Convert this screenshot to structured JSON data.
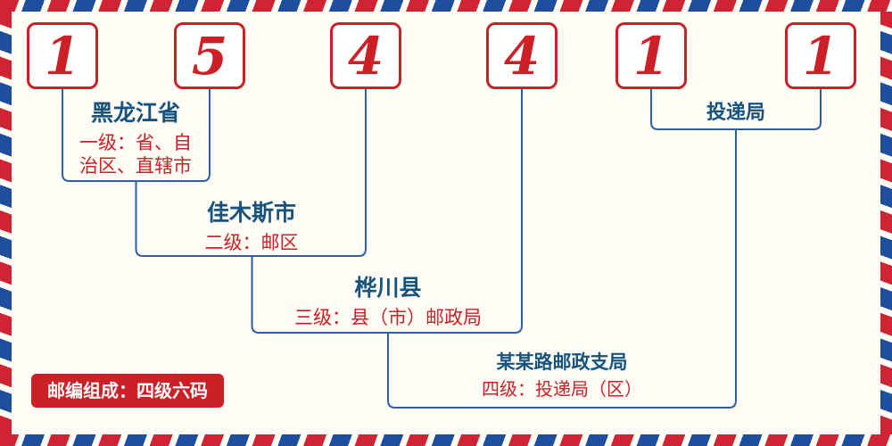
{
  "postal_code": {
    "digits": [
      "1",
      "5",
      "4",
      "4",
      "1",
      "1"
    ]
  },
  "levels": [
    {
      "name": "黑龙江省",
      "desc": "一级：省、自治区、直辖市"
    },
    {
      "name": "佳木斯市",
      "desc": "二级：邮区"
    },
    {
      "name": "桦川县",
      "desc": "三级：县（市）邮政局"
    },
    {
      "name": "某某路邮政支局",
      "desc": "四级：投递局（区）"
    }
  ],
  "delivery_label": "投递局",
  "badge_text": "邮编组成：四级六码",
  "colors": {
    "accent_red": "#cc1f26",
    "accent_blue": "#2e5fa3",
    "text_blue": "#16537e",
    "stripe_red": "#cf2433",
    "stripe_blue": "#1d4f9e",
    "bg_cream": "#fffdf5"
  }
}
